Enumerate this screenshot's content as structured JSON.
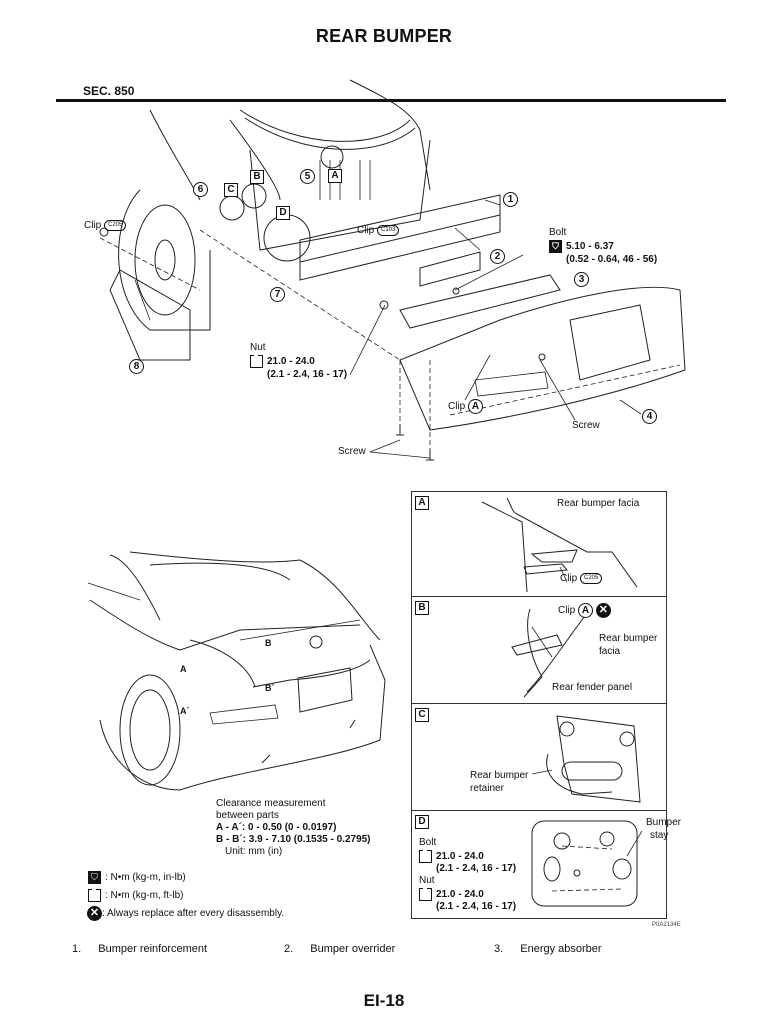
{
  "page": {
    "title": "REAR BUMPER",
    "section": "SEC. 850",
    "page_number": "EI-18",
    "figure_id": "PIIA2134E"
  },
  "callouts": {
    "clip_c205": {
      "label": "Clip",
      "code": "C205"
    },
    "clip_c103": {
      "label": "Clip",
      "code": "C103"
    },
    "clip_a": {
      "label": "Clip",
      "ref": "A"
    },
    "bolt": {
      "label": "Bolt",
      "torque": "5.10 - 6.37",
      "torque_alt": "(0.52 - 0.64, 46 - 56)"
    },
    "nut": {
      "label": "Nut",
      "torque": "21.0 - 24.0",
      "torque_alt": "(2.1 - 2.4, 16 - 17)"
    },
    "screw_right": "Screw",
    "screw_bottom": "Screw",
    "part_numbers": [
      "1",
      "2",
      "3",
      "4",
      "5",
      "6",
      "7",
      "8"
    ],
    "detail_refs": [
      "A",
      "B",
      "C",
      "D"
    ]
  },
  "car_view": {
    "marks": {
      "b": "B",
      "b_prime": "B´",
      "a": "A",
      "a_prime": "A´"
    }
  },
  "clearance": {
    "line1": "Clearance measurement",
    "line2": "between parts",
    "aa": "A - A´: 0 - 0.50 (0 - 0.0197)",
    "bb": "B - B´: 3.9 - 7.10 (0.1535 - 0.2795)",
    "unit": "Unit: mm (in)"
  },
  "legend": [
    {
      "icon": "torque-in-lb-icon",
      "text": ": N•m  (kg-m,  in-lb)"
    },
    {
      "icon": "torque-ft-lb-icon",
      "text": ": N•m  (kg-m,  ft-lb)"
    },
    {
      "icon": "always-replace-icon",
      "text": ": Always replace after every disassembly."
    }
  ],
  "details": {
    "a": {
      "ref": "A",
      "facia": "Rear bumper facia",
      "clip": "Clip",
      "clip_code": "C205"
    },
    "b": {
      "ref": "B",
      "clip": "Clip",
      "clip_ref": "A",
      "facia1": "Rear bumper",
      "facia2": "facia",
      "fender": "Rear fender panel"
    },
    "c": {
      "ref": "C",
      "retainer1": "Rear bumper",
      "retainer2": "retainer"
    },
    "d": {
      "ref": "D",
      "stay1": "Bumper",
      "stay2": "stay",
      "bolt": "Bolt",
      "bolt_torque": "21.0 - 24.0",
      "bolt_torque_alt": "(2.1 - 2.4, 16 - 17)",
      "nut": "Nut",
      "nut_torque": "21.0 - 24.0",
      "nut_torque_alt": "(2.1 - 2.4, 16 - 17)"
    }
  },
  "footer_parts": [
    {
      "num": "1.",
      "name": "Bumper reinforcement"
    },
    {
      "num": "2.",
      "name": "Bumper overrider"
    },
    {
      "num": "3.",
      "name": "Energy absorber"
    }
  ]
}
